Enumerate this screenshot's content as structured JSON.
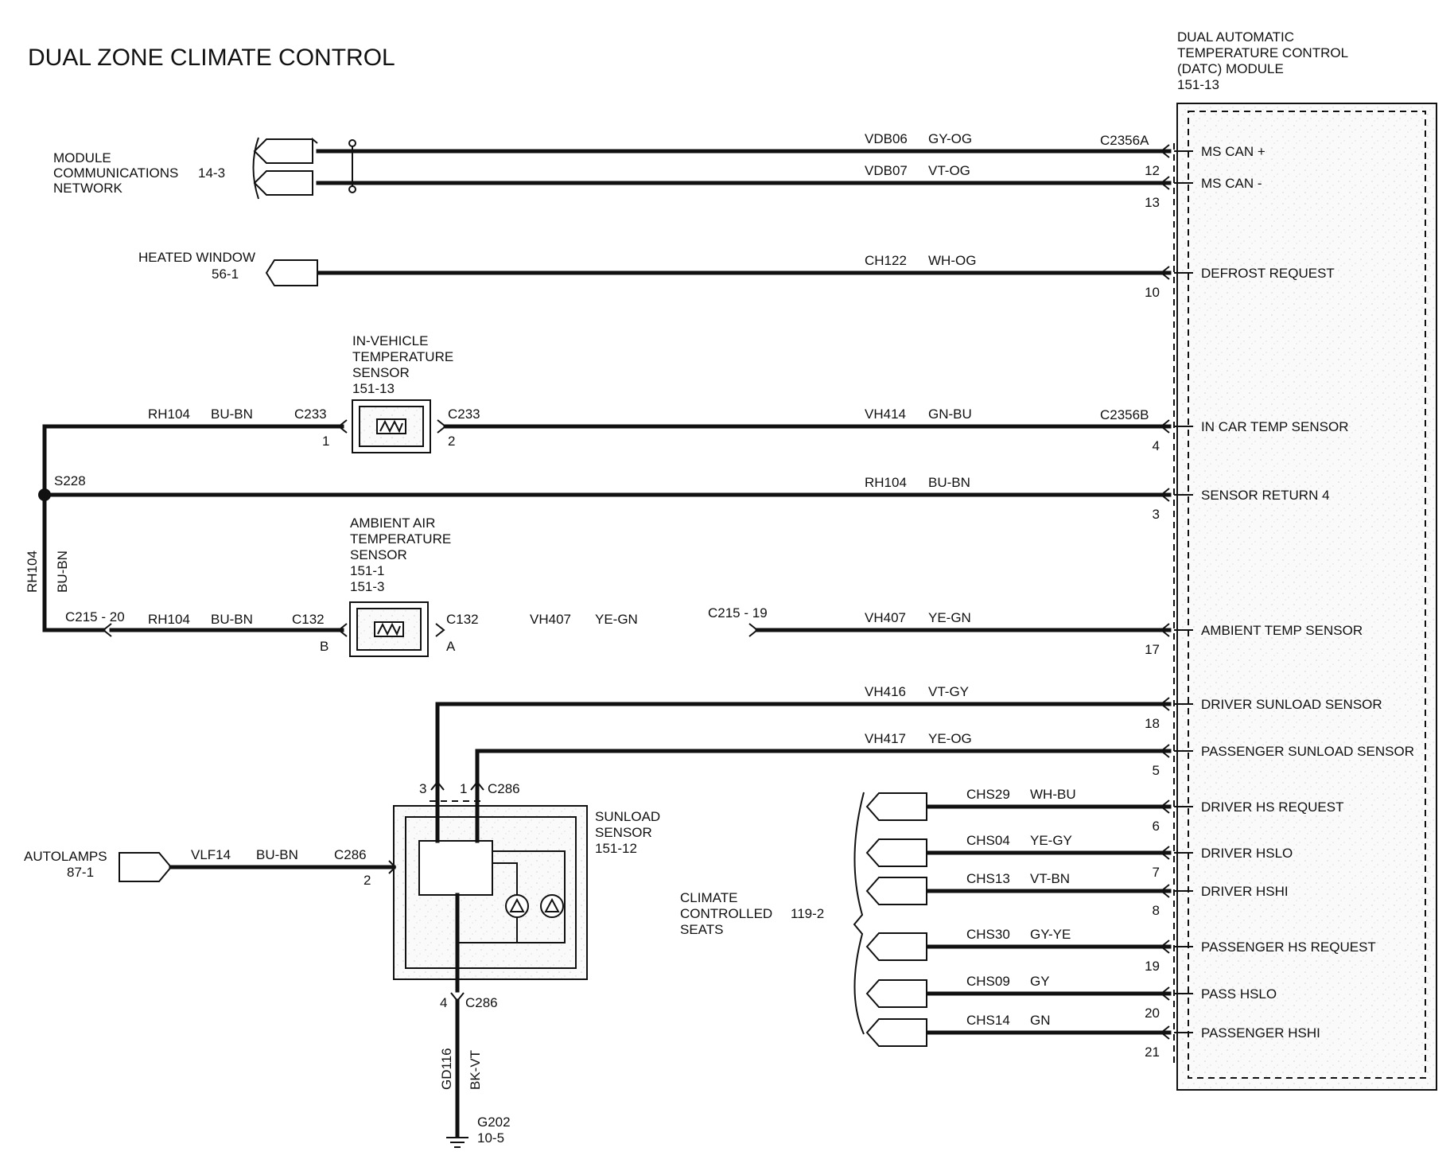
{
  "title": "DUAL ZONE CLIMATE CONTROL",
  "module": {
    "name_lines": [
      "DUAL AUTOMATIC",
      "TEMPERATURE CONTROL",
      "(DATC) MODULE",
      "151-13"
    ],
    "connector_a": "C2356A",
    "connector_b": "C2356B",
    "pins": [
      {
        "pin": "12",
        "label": "MS CAN +",
        "circuit": "VDB06",
        "color": "GY-OG"
      },
      {
        "pin": "13",
        "label": "MS CAN -",
        "circuit": "VDB07",
        "color": "VT-OG"
      },
      {
        "pin": "10",
        "label": "DEFROST REQUEST",
        "circuit": "CH122",
        "color": "WH-OG"
      },
      {
        "pin": "4",
        "label": "IN CAR TEMP SENSOR",
        "circuit": "VH414",
        "color": "GN-BU"
      },
      {
        "pin": "3",
        "label": "SENSOR RETURN 4",
        "circuit": "RH104",
        "color": "BU-BN"
      },
      {
        "pin": "17",
        "label": "AMBIENT TEMP SENSOR",
        "circuit": "VH407",
        "color": "YE-GN"
      },
      {
        "pin": "18",
        "label": "DRIVER SUNLOAD SENSOR",
        "circuit": "VH416",
        "color": "VT-GY"
      },
      {
        "pin": "5",
        "label": "PASSENGER SUNLOAD SENSOR",
        "circuit": "VH417",
        "color": "YE-OG"
      },
      {
        "pin": "6",
        "label": "DRIVER HS REQUEST",
        "circuit": "CHS29",
        "color": "WH-BU"
      },
      {
        "pin": "7",
        "label": "DRIVER HSLO",
        "circuit": "CHS04",
        "color": "YE-GY"
      },
      {
        "pin": "8",
        "label": "DRIVER HSHI",
        "circuit": "CHS13",
        "color": "VT-BN"
      },
      {
        "pin": "19",
        "label": "PASSENGER HS REQUEST",
        "circuit": "CHS30",
        "color": "GY-YE"
      },
      {
        "pin": "20",
        "label": "PASS HSLO",
        "circuit": "CHS09",
        "color": "GY"
      },
      {
        "pin": "21",
        "label": "PASSENGER HSHI",
        "circuit": "CHS14",
        "color": "GN"
      }
    ]
  },
  "left_refs": {
    "network": {
      "lines": [
        "MODULE",
        "COMMUNICATIONS",
        "NETWORK"
      ],
      "ref": "14-3"
    },
    "heated_window": {
      "lines": [
        "HEATED WINDOW",
        "56-1"
      ]
    },
    "autolamps": {
      "lines": [
        "AUTOLAMPS",
        "87-1"
      ],
      "circuit": "VLF14",
      "color": "BU-BN",
      "connector": "C286",
      "pin": "2"
    },
    "climate_seats": {
      "lines": [
        "CLIMATE",
        "CONTROLLED",
        "SEATS"
      ],
      "ref": "119-2"
    }
  },
  "in_vehicle_sensor": {
    "lines": [
      "IN-VEHICLE",
      "TEMPERATURE",
      "SENSOR",
      "151-13"
    ],
    "connector": "C233",
    "pin_left": "1",
    "pin_right": "2",
    "left_circuit": "RH104",
    "left_color": "BU-BN"
  },
  "splice": {
    "name": "S228",
    "vert_circuit": "RH104",
    "vert_color": "BU-BN"
  },
  "ambient_sensor": {
    "lines": [
      "AMBIENT AIR",
      "TEMPERATURE",
      "SENSOR",
      "151-1",
      "151-3"
    ],
    "connector": "C132",
    "pin_left": "B",
    "pin_right": "A",
    "left_connector": "C215 - 20",
    "left_circuit": "RH104",
    "left_color": "BU-BN",
    "mid_connector": "C215 - 19",
    "mid_circuit": "VH407",
    "mid_color": "YE-GN"
  },
  "sunload_sensor": {
    "lines": [
      "SUNLOAD",
      "SENSOR",
      "151-12"
    ],
    "connector": "C286",
    "pin3": "3",
    "pin1": "1",
    "pin4": "4"
  },
  "ground": {
    "circuit": "GD116",
    "color": "BK-VT",
    "name": "G202",
    "ref": "10-5"
  }
}
